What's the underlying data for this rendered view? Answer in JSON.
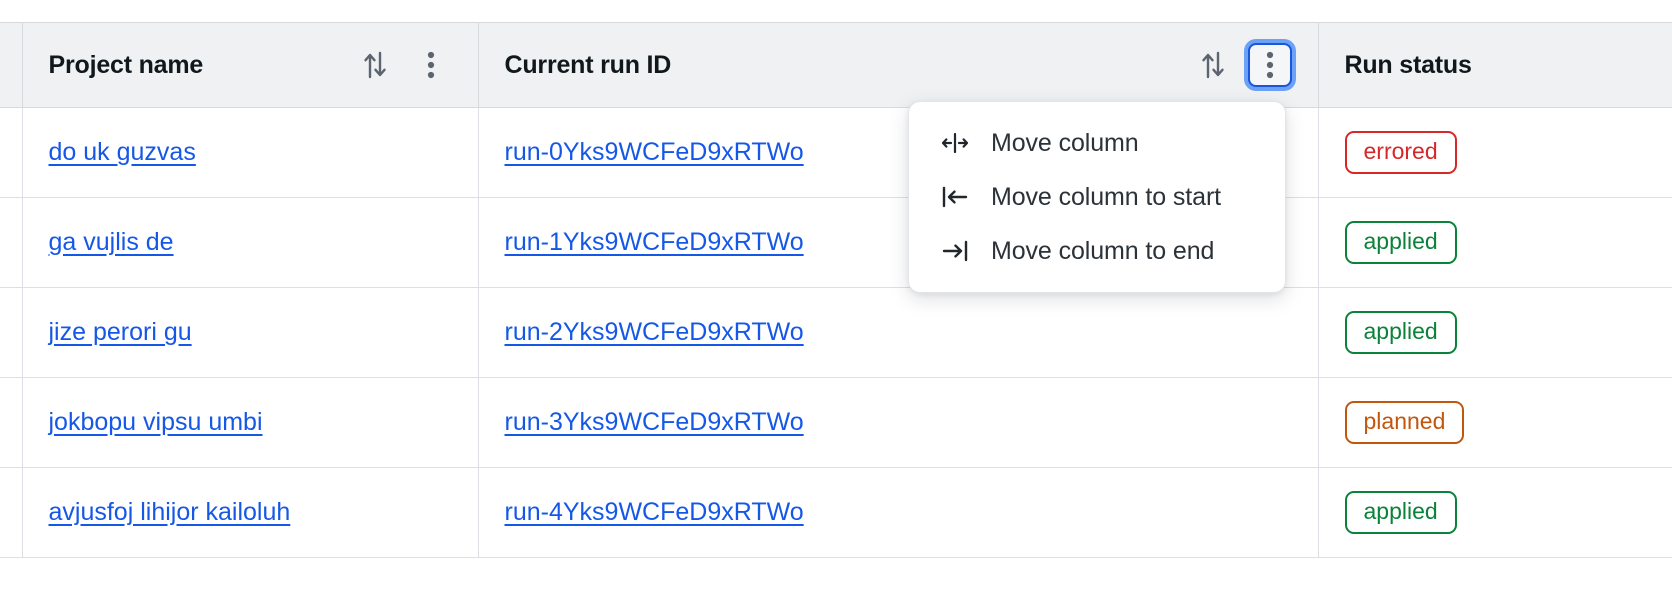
{
  "table": {
    "columns": [
      {
        "id": "select",
        "label": "",
        "sortable": false,
        "has_menu": false
      },
      {
        "id": "project",
        "label": "Project name",
        "sortable": true,
        "has_menu": true,
        "menu_focused": false
      },
      {
        "id": "runid",
        "label": "Current run ID",
        "sortable": true,
        "has_menu": true,
        "menu_focused": true
      },
      {
        "id": "status",
        "label": "Run status",
        "sortable": true,
        "has_menu": false,
        "menu_focused": false
      }
    ],
    "rows": [
      {
        "project": "do uk guzvas",
        "run_id": "run-0Yks9WCFeD9xRTWo",
        "status": "errored",
        "status_color": "#d62828"
      },
      {
        "project": "ga vujlis de",
        "run_id": "run-1Yks9WCFeD9xRTWo",
        "status": "applied",
        "status_color": "#0b8239"
      },
      {
        "project": "jize perori gu",
        "run_id": "run-2Yks9WCFeD9xRTWo",
        "status": "applied",
        "status_color": "#0b8239"
      },
      {
        "project": "jokbopu vipsu umbi",
        "run_id": "run-3Yks9WCFeD9xRTWo",
        "status": "planned",
        "status_color": "#c2570c"
      },
      {
        "project": "avjusfoj lihijor kailoluh",
        "run_id": "run-4Yks9WCFeD9xRTWo",
        "status": "applied",
        "status_color": "#0b8239"
      }
    ]
  },
  "context_menu": {
    "open": true,
    "items": [
      {
        "icon": "move-column-icon",
        "label": "Move column"
      },
      {
        "icon": "move-column-to-start-icon",
        "label": "Move column to start"
      },
      {
        "icon": "move-column-to-end-icon",
        "label": "Move column to end"
      }
    ]
  },
  "colors": {
    "link": "#1558e8",
    "header_bg": "#eff1f3",
    "border": "#dcdfe3",
    "focus_ring": "#6ba1f7",
    "focus_border": "#1a56db",
    "errored": "#d62828",
    "applied": "#0b8239",
    "planned": "#c2570c"
  }
}
